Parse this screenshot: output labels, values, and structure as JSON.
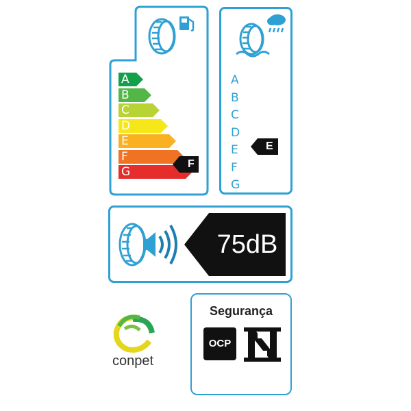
{
  "fuel_efficiency": {
    "icon": "tire-fuel-pump-icon",
    "grades": [
      {
        "label": "A",
        "color": "#13a04a"
      },
      {
        "label": "B",
        "color": "#52b747"
      },
      {
        "label": "C",
        "color": "#b7d334"
      },
      {
        "label": "D",
        "color": "#f6e71a"
      },
      {
        "label": "E",
        "color": "#f9b122"
      },
      {
        "label": "F",
        "color": "#f07324"
      },
      {
        "label": "G",
        "color": "#e52d2b"
      }
    ],
    "rating": "F"
  },
  "wet_grip": {
    "icon": "tire-rain-cloud-icon",
    "grades": [
      "A",
      "B",
      "C",
      "D",
      "E",
      "F",
      "G"
    ],
    "rating": "E"
  },
  "noise": {
    "icon": "tire-sound-waves-icon",
    "value": "75dB"
  },
  "conpet": {
    "name": "conpet"
  },
  "seguranca": {
    "title": "Segurança",
    "ocp": "OCP"
  },
  "colors": {
    "accent": "#2fa0d3",
    "dark": "#111111"
  }
}
